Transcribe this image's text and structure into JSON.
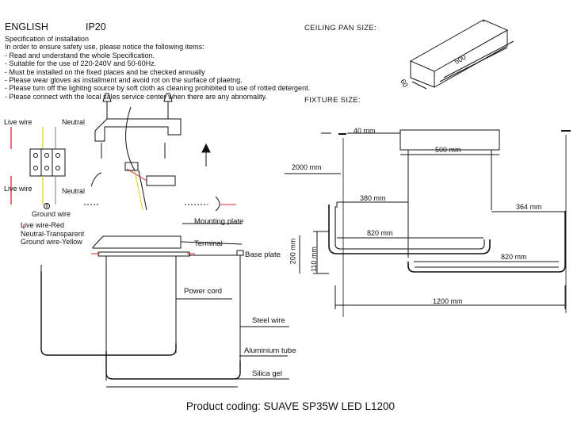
{
  "header": {
    "language": "ENGLISH",
    "ip_rating": "IP20"
  },
  "specification": {
    "title": "Specification of installation",
    "intro": "In order to ensure safety use, please notice the following items:",
    "items": [
      "- Read and understand the whole Specification.",
      "- Suitable for the use of 220-240V and 50-60Hz.",
      "- Must be installed on the fixed places and be checked annually",
      "- Please wear gloves as installment and avoid rot on the surface of plaetng.",
      "- Please turn off the lighitng source by soft cloth as cleaning prohibited to use of rotted detergent.",
      "- Please connect with the local sales service center when there are any abnomality."
    ]
  },
  "wiring": {
    "live_wire_top": "Live wire",
    "neutral_top": "Neutral",
    "live_wire_bottom": "Live wire",
    "neutral_bottom": "Neutral",
    "ground_wire": "Ground wire",
    "legend": [
      "Live wire-Red",
      "Neutral-Transparent",
      "Ground wire-Yellow"
    ]
  },
  "parts": {
    "mounting_plate": "Mounting plate",
    "terminal": "Terminal",
    "base_plate": "Base plate",
    "power_cord": "Power cord",
    "steel_wire": "Steel wire",
    "aluminium_tube": "Aluminium tube",
    "silica_gel": "Silica gel"
  },
  "ceiling_pan": {
    "title": "CEILING PAN  SIZE:",
    "length": "500",
    "width": "60"
  },
  "fixture": {
    "title": "FIXTURE SIZE:",
    "dims": {
      "d40": "40 mm",
      "d500": "500 mm",
      "d2000": "2000 mm",
      "d380": "380 mm",
      "d364": "364 mm",
      "d820a": "820 mm",
      "d820b": "820 mm",
      "d200": "200 mm",
      "d110": "110 mm",
      "d1200": "1200 mm"
    }
  },
  "product_code": "Product coding: SUAVE SP35W LED L1200",
  "colors": {
    "live": "#e0202a",
    "neutral": "#c9c9c9",
    "ground": "#e8d21a",
    "line": "#111111"
  }
}
